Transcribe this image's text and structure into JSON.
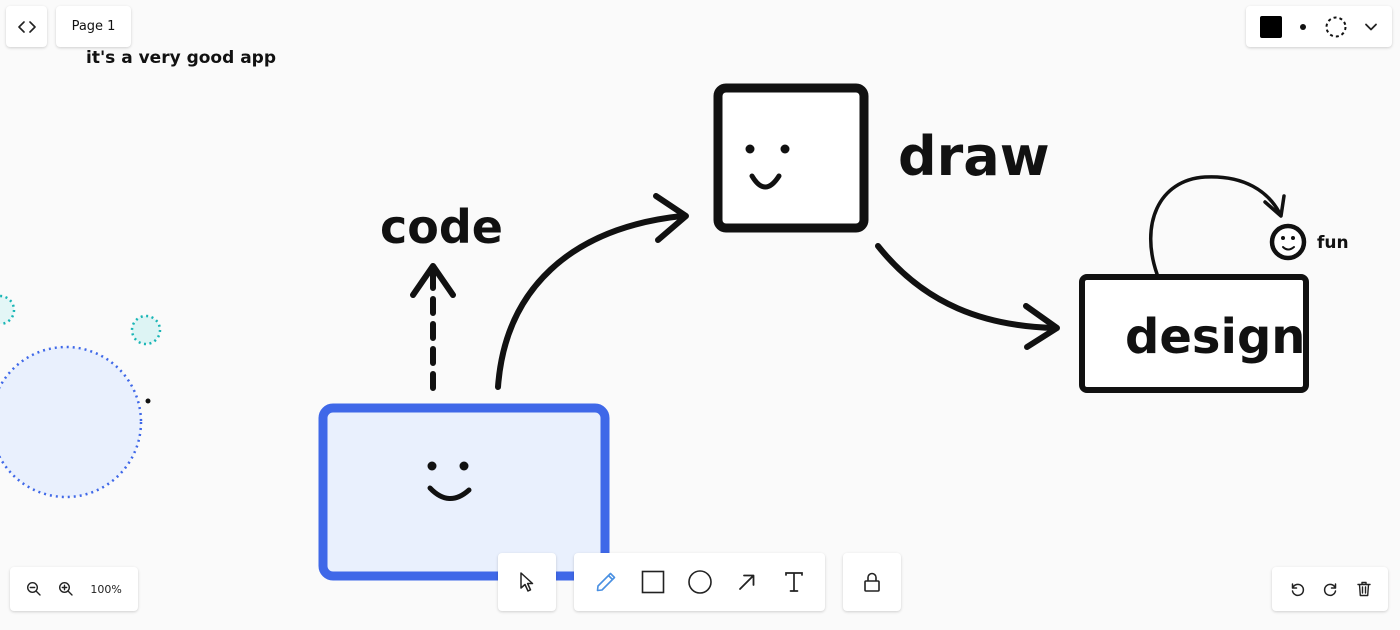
{
  "app": {
    "code_toggle_icon": "code-brackets-icon",
    "page_label": "Page 1"
  },
  "canvas": {
    "note_text": "it's a very good app",
    "labels": {
      "code": "code",
      "draw": "draw",
      "design": "design",
      "fun": "fun"
    }
  },
  "style_panel": {
    "fill_color": "#000000",
    "icons": [
      "filled-square-icon",
      "dot-size-icon",
      "dashed-circle-icon",
      "chevron-down-icon"
    ]
  },
  "zoom": {
    "label": "100%",
    "icons": [
      "zoom-out-icon",
      "zoom-in-icon"
    ]
  },
  "toolbar": {
    "select_icon": "cursor-icon",
    "tools": [
      "pencil-icon",
      "rectangle-icon",
      "ellipse-icon",
      "arrow-icon",
      "text-icon"
    ],
    "active_tool": "pencil",
    "accent_color": "#4a90e2",
    "lock_icon": "lock-icon"
  },
  "history": {
    "icons": [
      "undo-icon",
      "redo-icon",
      "trash-icon"
    ]
  },
  "colors": {
    "blue_stroke": "#3f68e8",
    "blue_fill": "#e9f0fd",
    "teal": "#19b5b5",
    "ink": "#111111"
  }
}
